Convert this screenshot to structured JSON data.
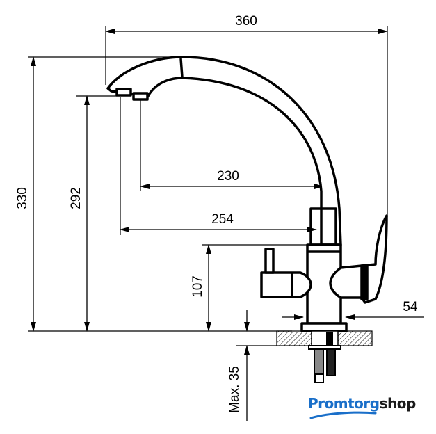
{
  "dimensions": {
    "overall_reach": "360",
    "overall_height": "330",
    "spout_height": "292",
    "spout_reach_inner": "230",
    "spout_reach_outer": "254",
    "handle_height": "107",
    "base_diameter": "54",
    "max_countertop": "Max. 35"
  },
  "logo": {
    "part1": "Promtorg",
    "part2": "shop",
    "accent": "#1a6fc9"
  }
}
